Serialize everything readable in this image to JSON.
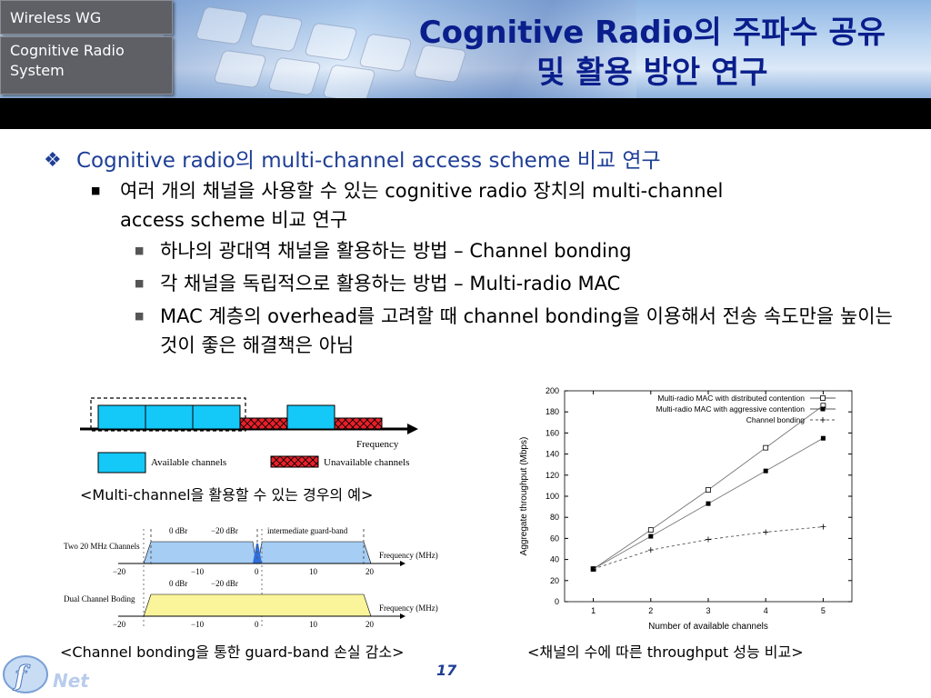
{
  "sidebar": {
    "tab1": "Wireless WG",
    "tab2_line1": "Cognitive Radio",
    "tab2_line2": "System"
  },
  "title": {
    "line1": "Cognitive Radio의 주파수 공유",
    "line2": "및 활용 방안 연구"
  },
  "bullets": {
    "level1": "Cognitive radio의 multi-channel access scheme 비교 연구",
    "level2_line1": "여러 개의 채널을 사용할 수 있는 cognitive radio 장치의 multi-channel",
    "level2_line2": "access scheme 비교 연구",
    "level3": [
      "하나의 광대역 채널을 활용하는 방법 – Channel bonding",
      "각 채널을 독립적으로 활용하는 방법 – Multi-radio MAC",
      "MAC 계층의 overhead를 고려할 때 channel bonding을 이용해서 전송 속도만을 높이는 것이 좋은 해결책은 아님"
    ]
  },
  "fig1": {
    "frequency_label": "Frequency",
    "legend_available": "Available channels",
    "legend_unavailable": "Unavailable channels",
    "caption": "<Multi-channel을 활용할 수 있는 경우의 예>",
    "colors": {
      "available": "#14c8f8",
      "unavailable": "#e8202a"
    }
  },
  "fig2": {
    "label_top": "Two 20 MHz Channels",
    "label_bottom": "Dual Channel Boding",
    "db0": "0 dBr",
    "db20": "−20 dBr",
    "guard": "intermediate guard-band",
    "freq": "Frequency (MHz)",
    "ticks": [
      "−20",
      "−10",
      "0",
      "10",
      "20"
    ],
    "caption": "<Channel bonding을 통한 guard-band 손실 감소>",
    "colors": {
      "top_fill": "#a6cdf4",
      "bottom_fill": "#faf59a",
      "guard_fill": "#2e6fe0"
    }
  },
  "page_number": "17",
  "logo_text": "Net",
  "chart_data": {
    "type": "line",
    "title": "",
    "xlabel": "Number of available channels",
    "ylabel": "Aggregate throughput (Mbps)",
    "x": [
      1,
      2,
      3,
      4,
      5
    ],
    "xlim": [
      0.5,
      5.5
    ],
    "ylim": [
      0,
      200
    ],
    "y_ticks": [
      0,
      20,
      40,
      60,
      80,
      100,
      120,
      140,
      160,
      180,
      200
    ],
    "legend_position": "top-right",
    "grid": false,
    "series": [
      {
        "name": "Multi-radio MAC with distributed contention",
        "values": [
          31,
          68,
          106,
          146,
          186
        ],
        "marker": "open-square",
        "dash": "solid"
      },
      {
        "name": "Multi-radio MAC with aggressive contention",
        "values": [
          31,
          62,
          93,
          124,
          155
        ],
        "marker": "filled-square",
        "dash": "solid"
      },
      {
        "name": "Channel bonding",
        "values": [
          31,
          49,
          59,
          66,
          71
        ],
        "marker": "plus",
        "dash": "dashed"
      }
    ],
    "caption": "<채널의 수에 따른 throughput 성능 비교>"
  }
}
